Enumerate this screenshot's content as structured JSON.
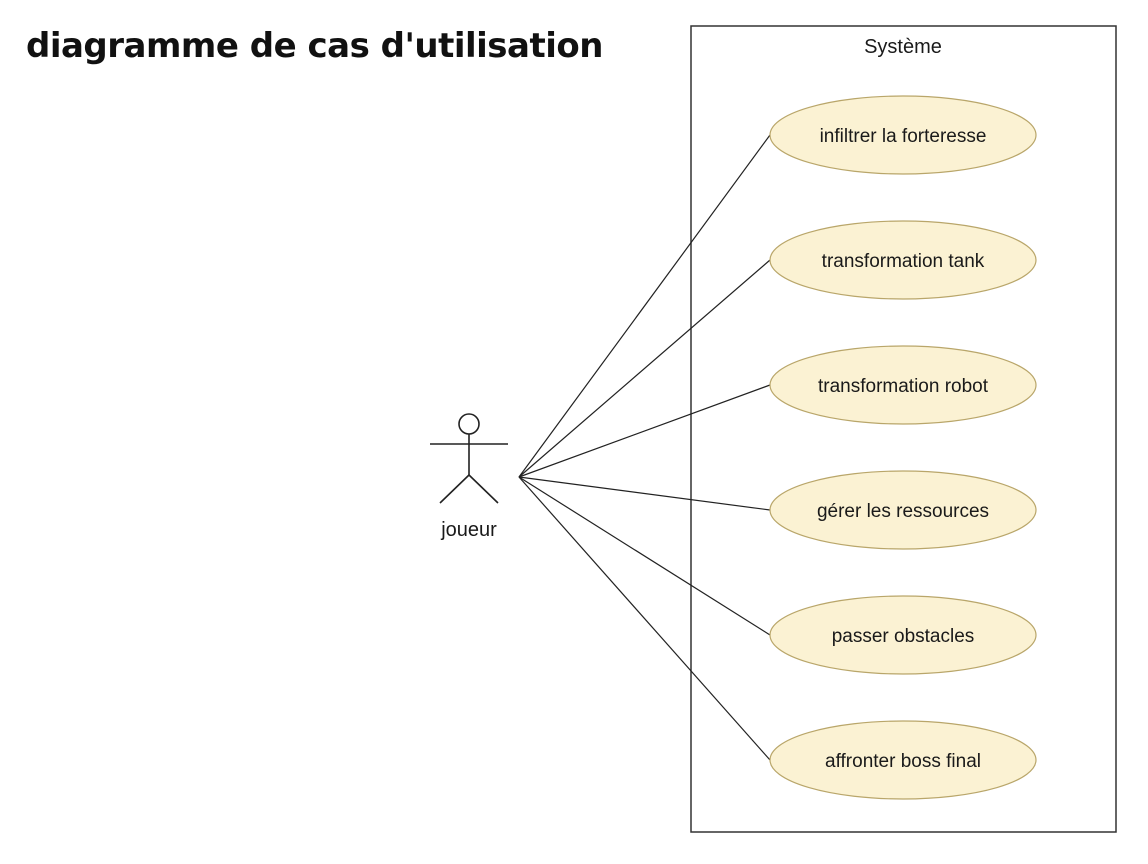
{
  "title": "diagramme de cas d'utilisation",
  "system": {
    "label": "Système"
  },
  "actor": {
    "name": "joueur"
  },
  "use_cases": [
    {
      "label": "infiltrer la forteresse"
    },
    {
      "label": "transformation tank"
    },
    {
      "label": "transformation robot"
    },
    {
      "label": "gérer les ressources"
    },
    {
      "label": "passer obstacles"
    },
    {
      "label": "affronter boss final"
    }
  ],
  "colors": {
    "use_case_fill": "#fbf2d3",
    "use_case_stroke": "#b9a66a",
    "line": "#222222"
  }
}
